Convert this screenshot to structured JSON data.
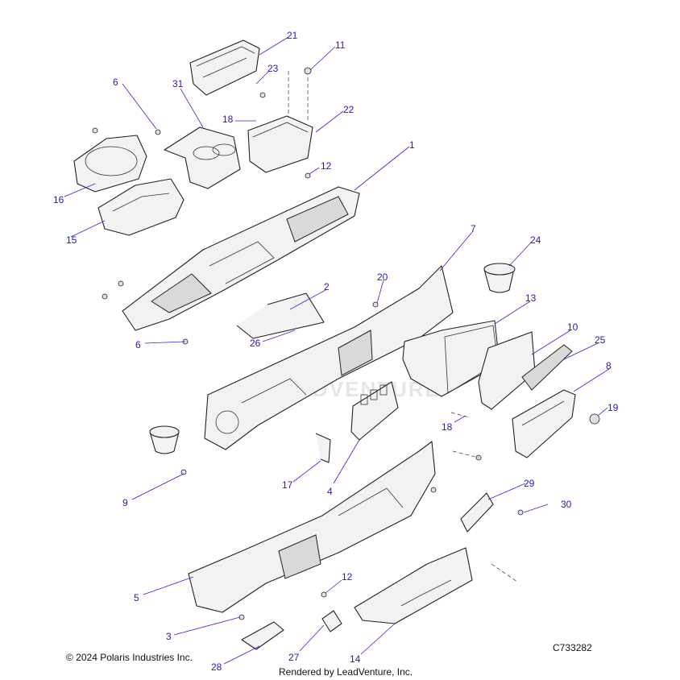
{
  "copyright": "© 2024 Polaris Industries Inc.",
  "figure_id": "C733282",
  "rendered_by": "Rendered by LeadVenture, Inc.",
  "watermark": "LEADVENTURE",
  "callouts": [
    "21",
    "11",
    "6",
    "31",
    "23",
    "18",
    "22",
    "1",
    "12",
    "16",
    "15",
    "7",
    "24",
    "2",
    "20",
    "13",
    "10",
    "25",
    "8",
    "6",
    "26",
    "19",
    "18",
    "17",
    "4",
    "9",
    "29",
    "30",
    "12",
    "5",
    "3",
    "27",
    "14",
    "28"
  ]
}
